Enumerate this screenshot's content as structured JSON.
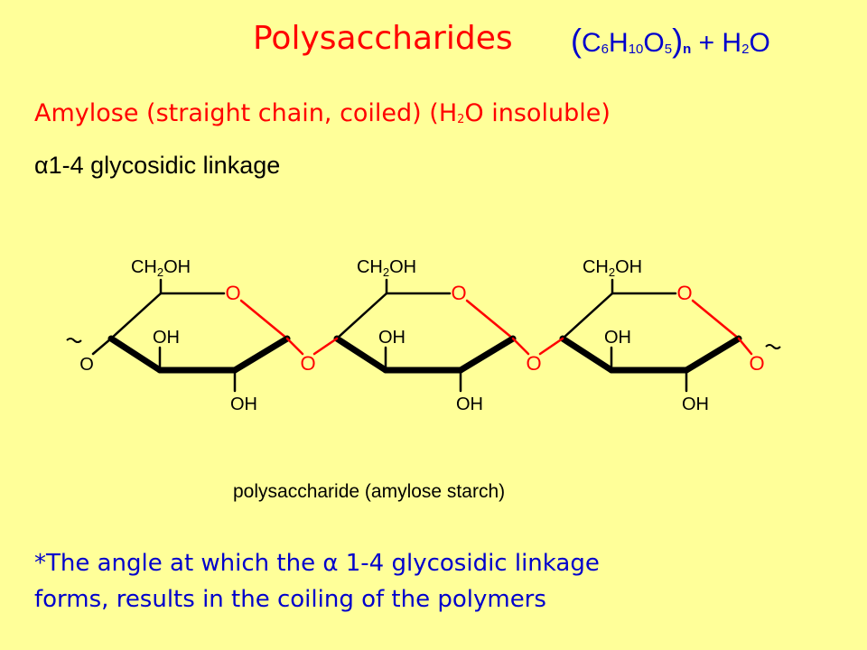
{
  "slide": {
    "title": "Polysaccharides",
    "formula": {
      "open_paren": "(",
      "c": "C",
      "c_sub": "6",
      "h": "H",
      "h_sub": "10",
      "o": "O",
      "o_sub": "5",
      "close_paren": ")",
      "n_sub": "n",
      "plus_water": "+ H",
      "water_sub": "2",
      "water_o": "O"
    },
    "subtitle": {
      "part1": "Amylose (straight chain, coiled) (H",
      "sub": "2",
      "part2": "O insoluble)"
    },
    "linkage": "α1-4 glycosidic linkage",
    "diagram": {
      "ring_labels": {
        "ch2oh": "CH2OH",
        "ring_o": "O",
        "oh_upper": "OH",
        "oh_lower": "OH"
      },
      "glycosidic_o": "O",
      "caption": "polysaccharide (amylose starch)"
    },
    "footnote": {
      "line1": "*The angle at which the α 1-4 glycosidic linkage",
      "line2": "forms, results in the coiling of the polymers"
    },
    "colors": {
      "background": "#FFFF99",
      "title": "#FF0000",
      "formula": "#0000CC",
      "ring_bond": "#000000",
      "oxygen_bond": "#FF0000"
    }
  }
}
